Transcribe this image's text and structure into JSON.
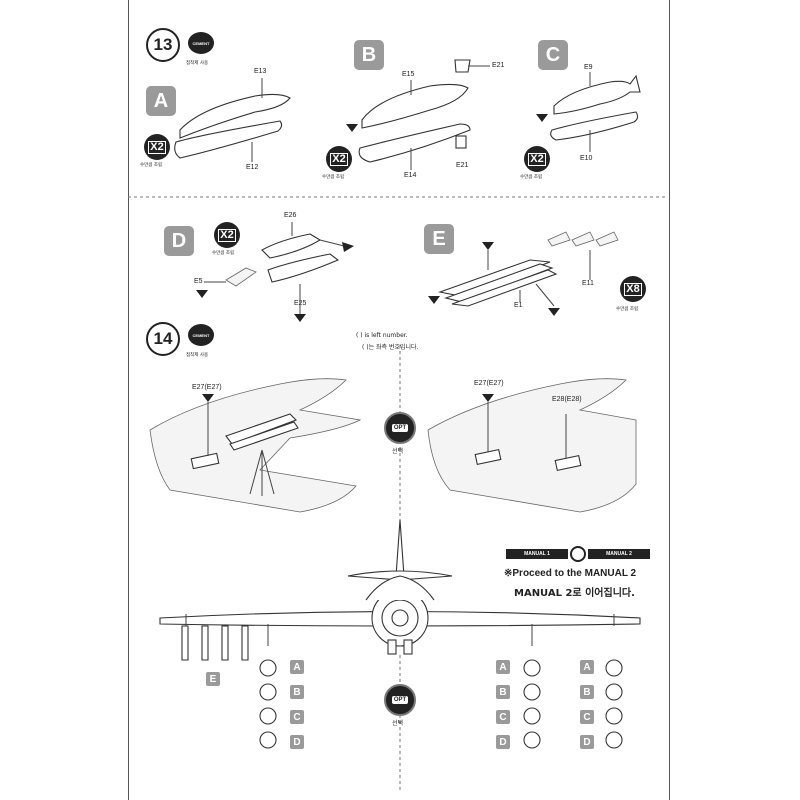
{
  "step13": {
    "number": "13",
    "cement_label": "CEMENT",
    "cement_note": "접착제 사용",
    "sub_a": {
      "letter": "A",
      "qty": "X2",
      "qty_note": "수만큼 조립",
      "parts": [
        "E13",
        "E12"
      ]
    },
    "sub_b": {
      "letter": "B",
      "qty": "X2",
      "qty_note": "수만큼 조립",
      "parts": [
        "E15",
        "E21",
        "E14",
        "E21"
      ]
    },
    "sub_c": {
      "letter": "C",
      "qty": "X2",
      "qty_note": "수만큼 조립",
      "parts": [
        "E9",
        "E10"
      ]
    },
    "sub_d": {
      "letter": "D",
      "qty": "X2",
      "qty_note": "수만큼 조립",
      "parts": [
        "E26",
        "E5",
        "E25"
      ]
    },
    "sub_e": {
      "letter": "E",
      "qty": "X8",
      "qty_note": "수만큼 조립",
      "parts": [
        "E11",
        "E1"
      ]
    }
  },
  "step14": {
    "number": "14",
    "cement_label": "CEMENT",
    "cement_note": "접착제 사용",
    "left_number_note": "( ) is left number.",
    "left_number_note_kr": "( )는 좌측 번호입니다.",
    "left_parts": [
      "E27(E27)"
    ],
    "right_parts": [
      "E27(E27)",
      "E28(E28)"
    ],
    "opt_label": "OPT",
    "opt_note": "선택"
  },
  "bottom": {
    "opt_label": "OPT",
    "opt_note": "선택",
    "rack_tag": "E",
    "weapon_tags": [
      "A",
      "B",
      "C",
      "D"
    ]
  },
  "manual": {
    "from": "MANUAL 1",
    "to": "MANUAL 2",
    "proceed_en": "※Proceed to the MANUAL 2",
    "proceed_kr": "MANUAL 2로 이어집니다."
  }
}
